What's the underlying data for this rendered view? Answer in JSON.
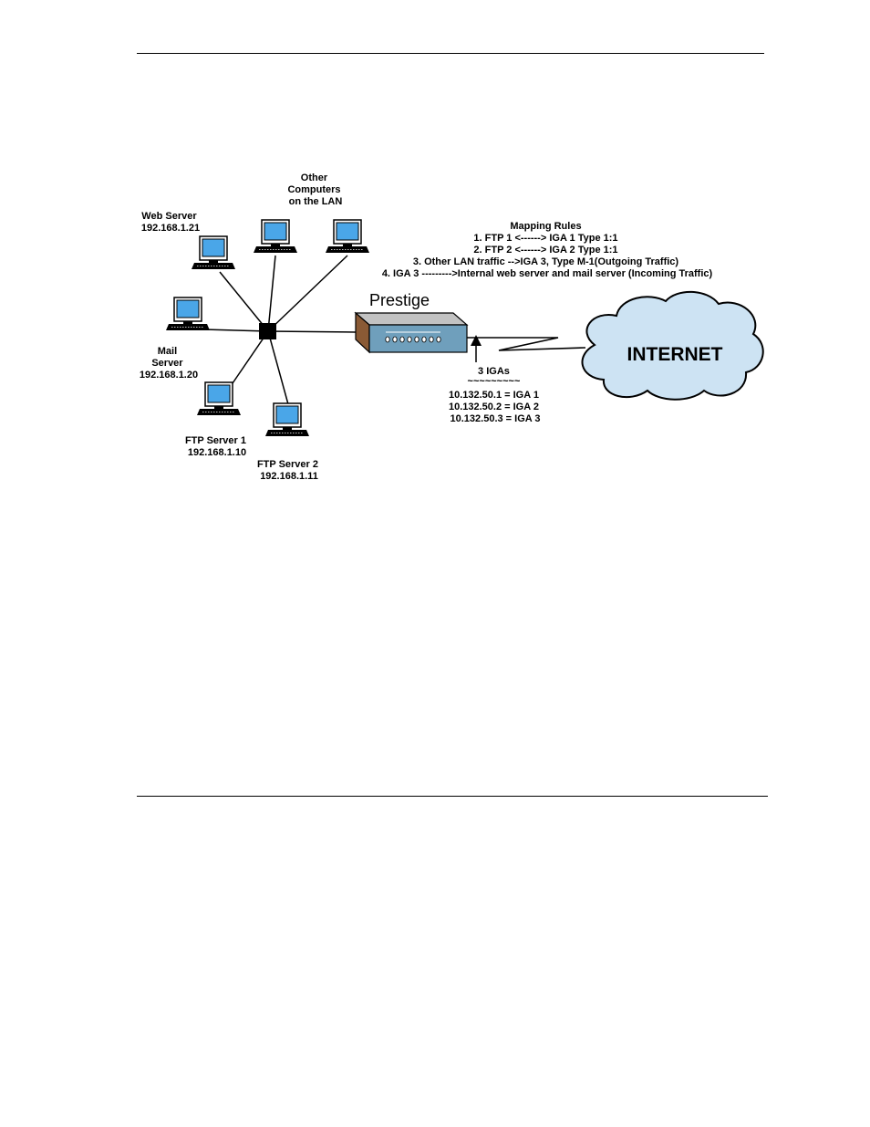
{
  "diagram": {
    "labels": {
      "other_computers": [
        "Other",
        "Computers",
        "on the LAN"
      ],
      "web_server": [
        "Web Server",
        "192.168.1.21"
      ],
      "mail_server": [
        "Mail",
        "Server",
        "192.168.1.20"
      ],
      "ftp_server_1": [
        "FTP Server 1",
        "192.168.1.10"
      ],
      "ftp_server_2": [
        "FTP Server 2",
        "192.168.1.11"
      ],
      "prestige": "Prestige",
      "internet": "INTERNET",
      "igas_title": "3 IGAs",
      "igas_underline": "~~~~~~~~~",
      "igas": [
        "10.132.50.1 = IGA 1",
        "10.132.50.2 = IGA 2",
        "10.132.50.3 = IGA 3"
      ]
    },
    "mapping_rules": {
      "title": "Mapping Rules",
      "rules": [
        "1. FTP 1 <------> IGA 1 Type 1:1",
        "2. FTP 2 <------> IGA 2 Type 1:1",
        "3. Other LAN traffic -->IGA 3, Type M-1(Outgoing Traffic)",
        "4. IGA 3 --------->Internal web server and mail server (Incoming Traffic)"
      ]
    },
    "colors": {
      "screen": "#4aa6e8",
      "router_face": "#6f9fbc",
      "router_top": "#c2c2c2",
      "router_side": "#8a5a35",
      "cloud": "#cde3f3"
    }
  }
}
